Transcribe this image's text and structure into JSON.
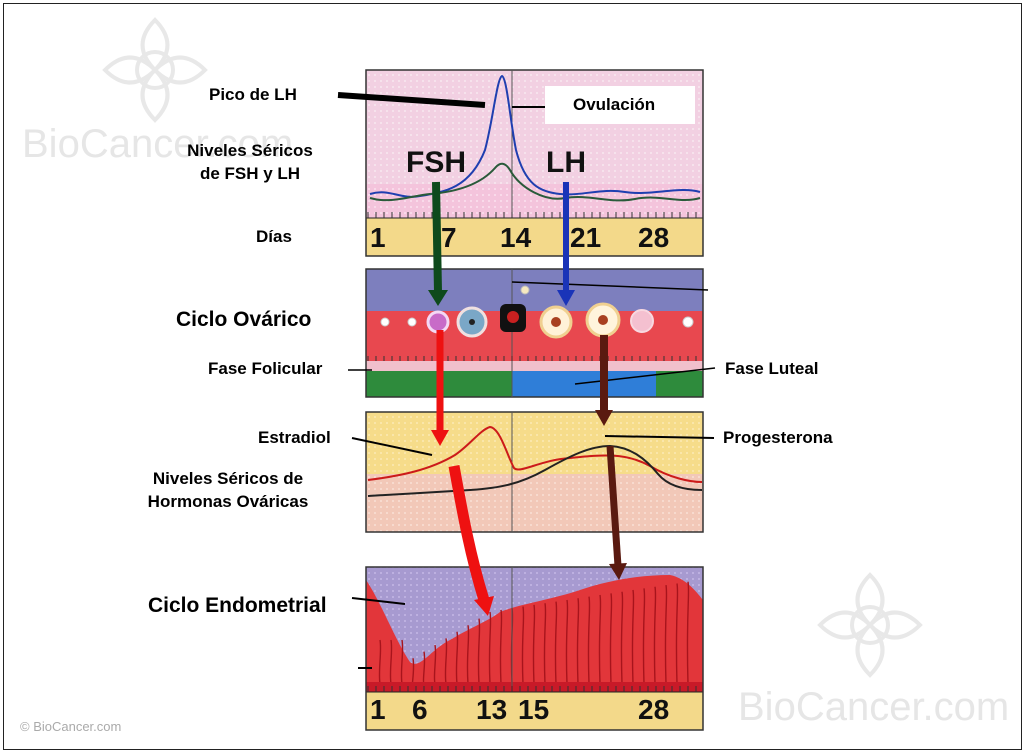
{
  "watermark": {
    "brand": "BioCancer.com",
    "copyright": "© BioCancer.com"
  },
  "panel1": {
    "pico_lh": "Pico de LH",
    "ovulacion": "Ovulación",
    "niveles_fsh_lh": [
      "Niveles Séricos",
      "de FSH y LH"
    ],
    "fsh": "FSH",
    "lh": "LH",
    "dias": "Días",
    "day_ticks": [
      "1",
      "7",
      "14",
      "21",
      "28"
    ]
  },
  "panel2": {
    "ciclo_ovarico": "Ciclo Ovárico",
    "fase_folicular": "Fase Folicular",
    "fase_luteal": "Fase Luteal"
  },
  "panel3": {
    "estradiol": "Estradiol",
    "progesterona": "Progesterona",
    "niveles_ovaricas": [
      "Niveles Séricos de",
      "Hormonas Ováricas"
    ]
  },
  "panel4": {
    "ciclo_endometrial": "Ciclo Endometrial",
    "day_ticks": [
      "1",
      "6",
      "13",
      "15",
      "28"
    ]
  },
  "colors": {
    "fsh_line": "#2a5a3a",
    "lh_line": "#1f3fb0",
    "estradiol_line": "#cc1a1a",
    "progesterona_line": "#222222",
    "fsh_arrow": "#0e4a1c",
    "lh_arrow": "#1a34b8",
    "estradiol_arrow": "#ee1111",
    "progesterona_arrow": "#5a1a10"
  }
}
